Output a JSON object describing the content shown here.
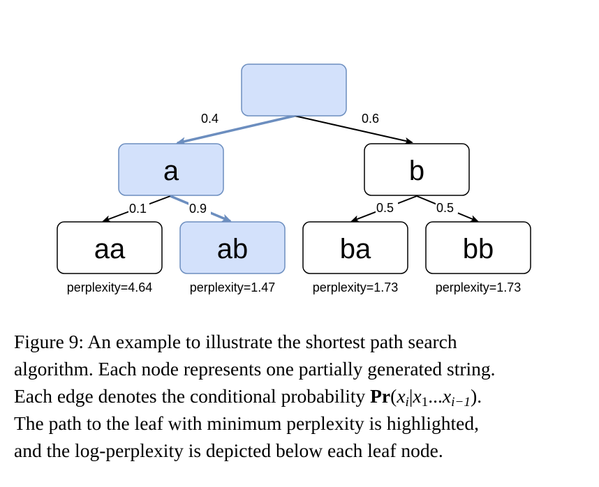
{
  "diagram": {
    "colors": {
      "highlight_fill": "#d3e1fb",
      "highlight_stroke": "#6c8ebf",
      "highlight_edge": "#6c8ebf",
      "normal_fill": "#ffffff",
      "normal_stroke": "#000000"
    },
    "nodes": {
      "root": {
        "label": ""
      },
      "a": {
        "label": "a"
      },
      "b": {
        "label": "b"
      },
      "aa": {
        "label": "aa"
      },
      "ab": {
        "label": "ab"
      },
      "ba": {
        "label": "ba"
      },
      "bb": {
        "label": "bb"
      }
    },
    "edges": {
      "root_a": "0.4",
      "root_b": "0.6",
      "a_aa": "0.1",
      "a_ab": "0.9",
      "b_ba": "0.5",
      "b_bb": "0.5"
    },
    "perplexities": {
      "aa": "perplexity=4.64",
      "ab": "perplexity=1.47",
      "ba": "perplexity=1.73",
      "bb": "perplexity=1.73"
    }
  },
  "caption": {
    "line1": "Figure 9: An example to illustrate the shortest path search",
    "line2": "algorithm. Each node represents one partially generated string.",
    "line3_prefix": "Each edge denotes the conditional probability ",
    "line3_suffix": ".",
    "line4": "The path to the leaf with minimum perplexity is highlighted,",
    "line5": "and the log-perplexity is depicted below each leaf node.",
    "math": {
      "pr": "Pr",
      "open": "(",
      "xi_base": "x",
      "xi_sub": "i",
      "bar": "|",
      "x1_base": "x",
      "x1_sub": "1",
      "dots": "...",
      "xim1_base": "x",
      "xim1_sub": "i−1",
      "close": ")"
    }
  }
}
